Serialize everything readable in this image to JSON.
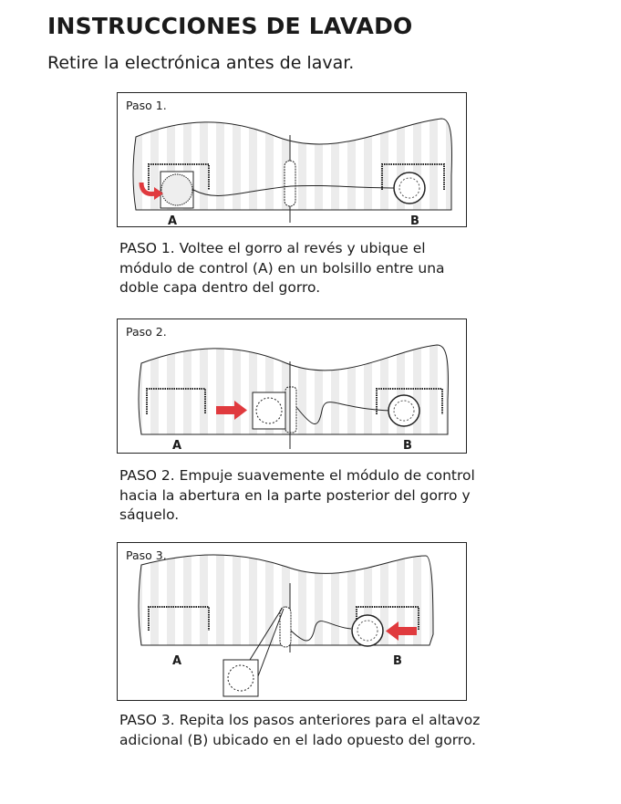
{
  "page": {
    "title": "INSTRUCCIONES DE LAVADO",
    "subtitle": "Retire la electrónica antes de lavar."
  },
  "steps": [
    {
      "label": "Paso 1.",
      "point_a": "A",
      "point_b": "B",
      "caption_lines": [
        "PASO 1. Voltee el gorro al revés y ubique el",
        "módulo de control (A) en un bolsillo entre una",
        "doble capa dentro del gorro."
      ]
    },
    {
      "label": "Paso 2.",
      "point_a": "A",
      "point_b": "B",
      "caption_lines": [
        "PASO 2. Empuje suavemente el módulo de control",
        "hacia la abertura en la parte posterior del gorro y",
        "sáquelo."
      ]
    },
    {
      "label": "Paso 3.",
      "point_a": "A",
      "point_b": "B",
      "caption_lines": [
        "PASO 3. Repita los pasos anteriores para el altavoz",
        "adicional (B) ubicado en el lado opuesto del gorro."
      ]
    }
  ],
  "colors": {
    "arrow": "#e03a3e",
    "stripe": "#d8d8d8",
    "line": "#222222"
  }
}
